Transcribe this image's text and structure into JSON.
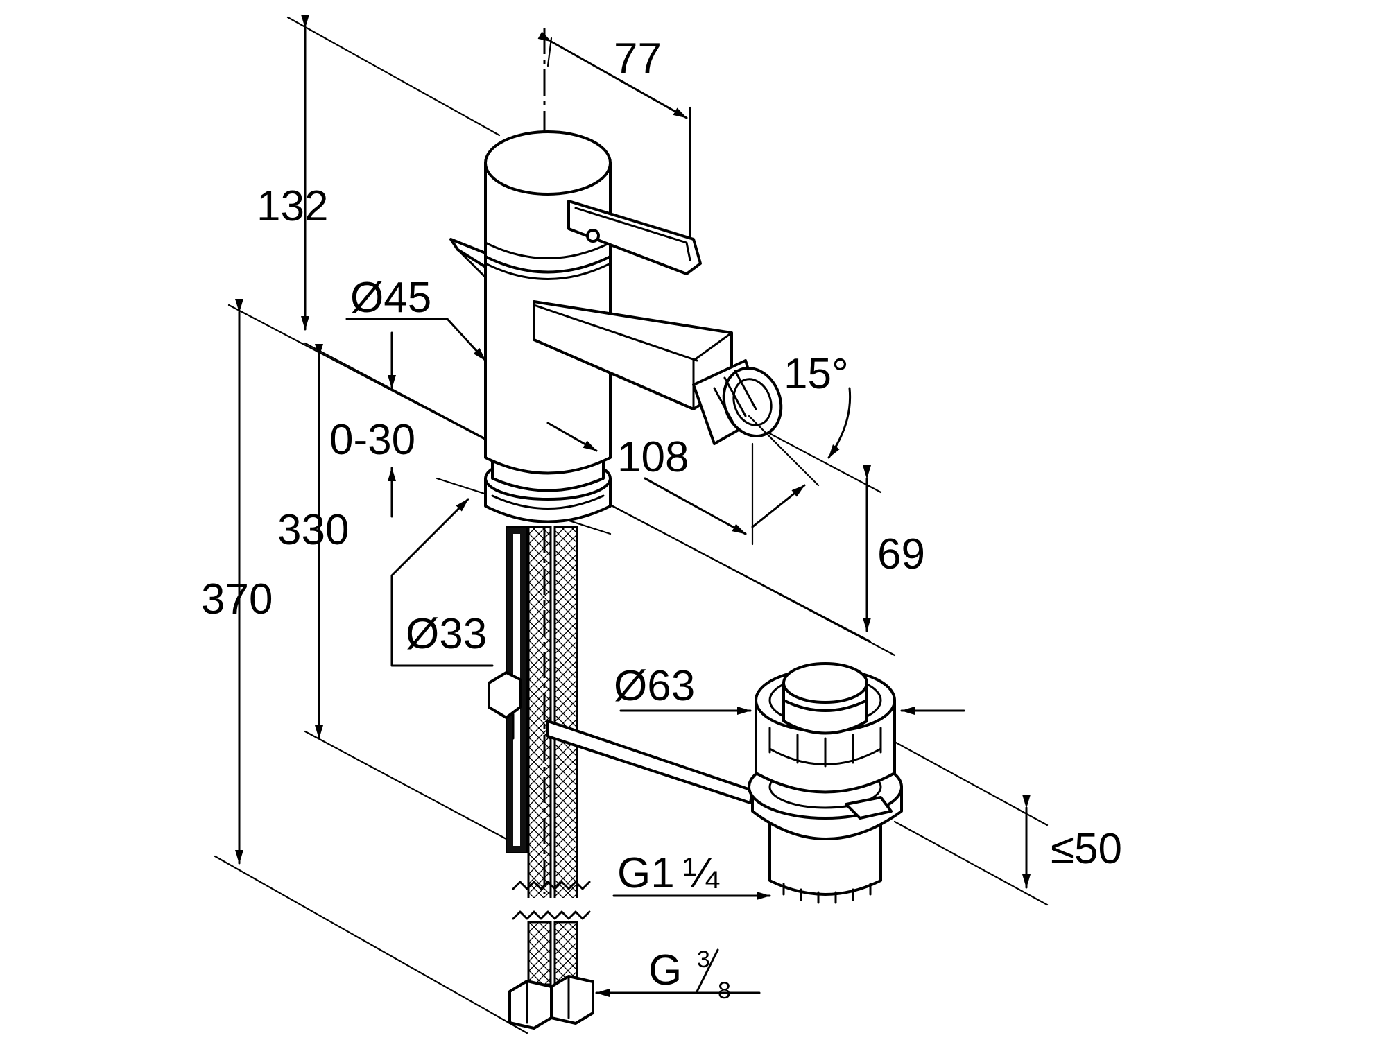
{
  "dimensions": {
    "d132": "132",
    "d77": "77",
    "d45": "Ø45",
    "d0_30": "0-30",
    "d330": "330",
    "d370": "370",
    "d108": "108",
    "d15": "15°",
    "d69": "69",
    "d33": "Ø33",
    "d63": "Ø63",
    "d50": "≤50",
    "g114_main": "G1",
    "g114_frac": "¼",
    "g38_main": "G",
    "g38_num": "3",
    "g38_den": "8"
  },
  "colors": {
    "line": "#000000",
    "background": "#ffffff"
  }
}
